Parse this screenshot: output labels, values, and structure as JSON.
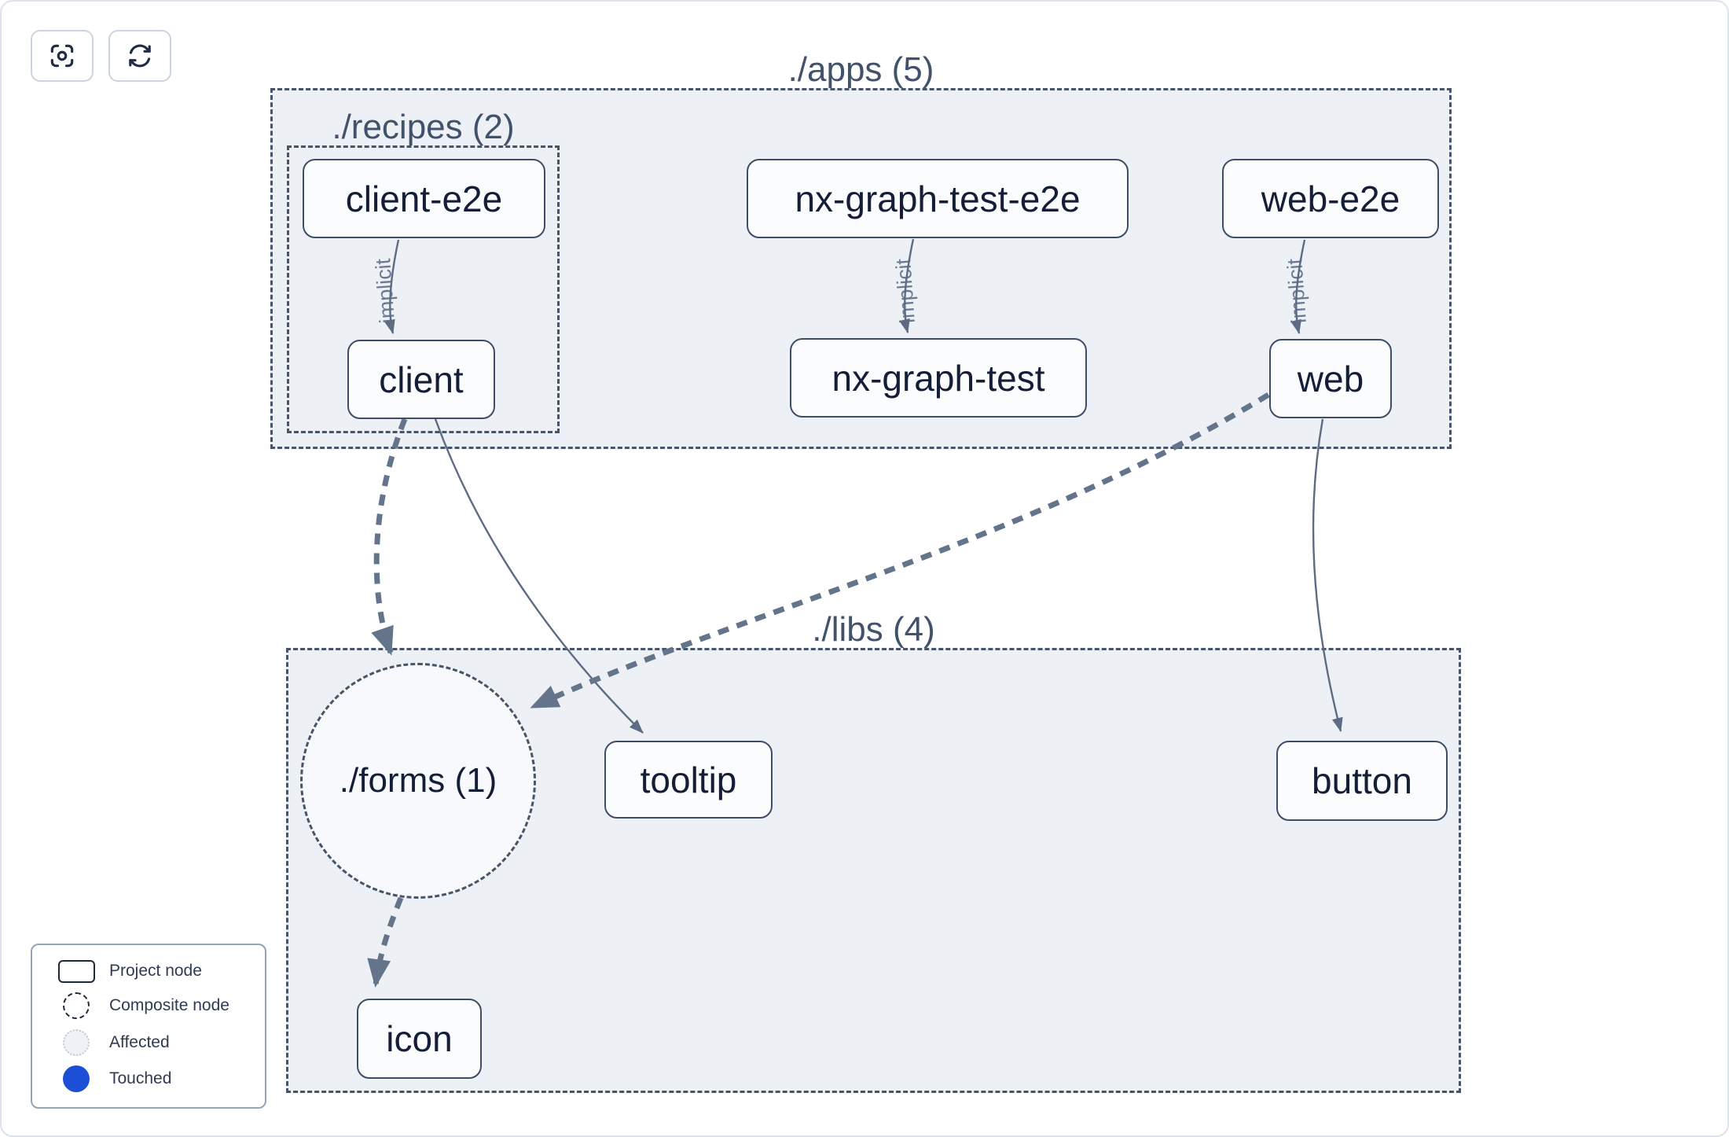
{
  "toolbar": {
    "buttons": [
      {
        "icon": "focus-icon"
      },
      {
        "icon": "refresh-icon"
      }
    ]
  },
  "graph": {
    "clusters": [
      {
        "id": "apps",
        "label": "./apps (5)"
      },
      {
        "id": "recipes",
        "label": "./recipes (2)"
      },
      {
        "id": "libs",
        "label": "./libs (4)"
      }
    ],
    "composite_nodes": [
      {
        "id": "forms",
        "label": "./forms (1)"
      }
    ],
    "project_nodes": [
      {
        "id": "client-e2e",
        "label": "client-e2e"
      },
      {
        "id": "client",
        "label": "client"
      },
      {
        "id": "nx-graph-test-e2e",
        "label": "nx-graph-test-e2e"
      },
      {
        "id": "nx-graph-test",
        "label": "nx-graph-test"
      },
      {
        "id": "web-e2e",
        "label": "web-e2e"
      },
      {
        "id": "web",
        "label": "web"
      },
      {
        "id": "tooltip",
        "label": "tooltip"
      },
      {
        "id": "button",
        "label": "button"
      },
      {
        "id": "icon",
        "label": "icon"
      }
    ],
    "edges": [
      {
        "from": "client-e2e",
        "to": "client",
        "label": "implicit",
        "style": "thin-solid"
      },
      {
        "from": "nx-graph-test-e2e",
        "to": "nx-graph-test",
        "label": "implicit",
        "style": "thin-solid"
      },
      {
        "from": "web-e2e",
        "to": "web",
        "label": "implicit",
        "style": "thin-solid"
      },
      {
        "from": "client",
        "to": "./forms (1)",
        "label": "",
        "style": "thick-dashed"
      },
      {
        "from": "client",
        "to": "tooltip",
        "label": "",
        "style": "thin-solid"
      },
      {
        "from": "web",
        "to": "./forms (1)",
        "label": "",
        "style": "thick-dashed"
      },
      {
        "from": "web",
        "to": "button",
        "label": "",
        "style": "thin-solid"
      },
      {
        "from": "./forms (1)",
        "to": "icon",
        "label": "",
        "style": "thick-dashed"
      }
    ]
  },
  "legend": {
    "items": [
      {
        "symbol": "project-node-symbol",
        "label": "Project node"
      },
      {
        "symbol": "composite-node-symbol",
        "label": "Composite node"
      },
      {
        "symbol": "affected-symbol",
        "label": "Affected"
      },
      {
        "symbol": "touched-symbol",
        "label": "Touched"
      }
    ]
  },
  "colors": {
    "touched_blue": "#1d4ed8",
    "cluster_fill": "#edf1f6",
    "node_border": "#3e4d66",
    "edge": "#64748b"
  }
}
